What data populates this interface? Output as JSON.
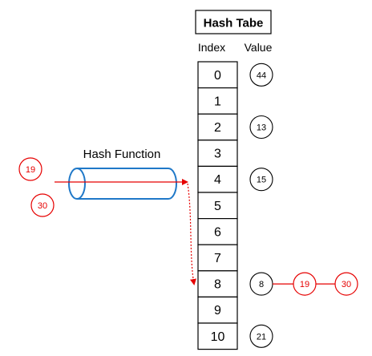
{
  "title": "Hash Tabe",
  "headers": {
    "index": "Index",
    "value": "Value"
  },
  "hash_function": {
    "label": "Hash Function"
  },
  "inputs": [
    "19",
    "30"
  ],
  "table": {
    "rows": [
      {
        "index": "0",
        "value": "44",
        "chain": []
      },
      {
        "index": "1",
        "value": "",
        "chain": []
      },
      {
        "index": "2",
        "value": "13",
        "chain": []
      },
      {
        "index": "3",
        "value": "",
        "chain": []
      },
      {
        "index": "4",
        "value": "15",
        "chain": []
      },
      {
        "index": "5",
        "value": "",
        "chain": []
      },
      {
        "index": "6",
        "value": "",
        "chain": []
      },
      {
        "index": "7",
        "value": "",
        "chain": []
      },
      {
        "index": "8",
        "value": "8",
        "chain": [
          "19",
          "30"
        ]
      },
      {
        "index": "9",
        "value": "",
        "chain": []
      },
      {
        "index": "10",
        "value": "21",
        "chain": []
      }
    ]
  },
  "colors": {
    "cylinder": "#1f78c8",
    "highlight": "#e60000",
    "border": "#000000"
  }
}
